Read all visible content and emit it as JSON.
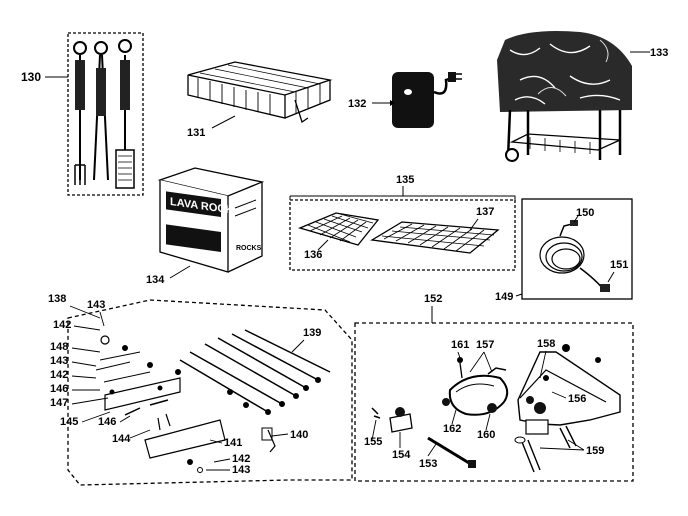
{
  "diagram": {
    "parts": {
      "tool_set": "130",
      "basket": "131",
      "ignitor": "132",
      "cover": "133",
      "lava_rocks_box": "134",
      "grid_set": "135",
      "grid_left": "136",
      "grid_right": "137",
      "rotisserie_kit": "139",
      "hose_kit": "149",
      "hose": "150",
      "regulator": "151",
      "burner_kit": "152"
    },
    "rotisserie_labels": {
      "l138": "138",
      "l143a": "143",
      "l142a": "142",
      "l148": "148",
      "l143b": "143",
      "l142b": "142",
      "l146a": "146",
      "l147": "147",
      "l145": "145",
      "l146b": "146",
      "l144": "144",
      "l141": "141",
      "l140": "140",
      "l142c": "142",
      "l143c": "143"
    },
    "burner_labels": {
      "l161": "161",
      "l157": "157",
      "l158": "158",
      "l156": "156",
      "l162": "162",
      "l160": "160",
      "l155": "155",
      "l154": "154",
      "l153": "153",
      "l159": "159"
    },
    "box_text": {
      "lava": "LAVA ROCKS",
      "rocks": "ROCKS"
    }
  }
}
